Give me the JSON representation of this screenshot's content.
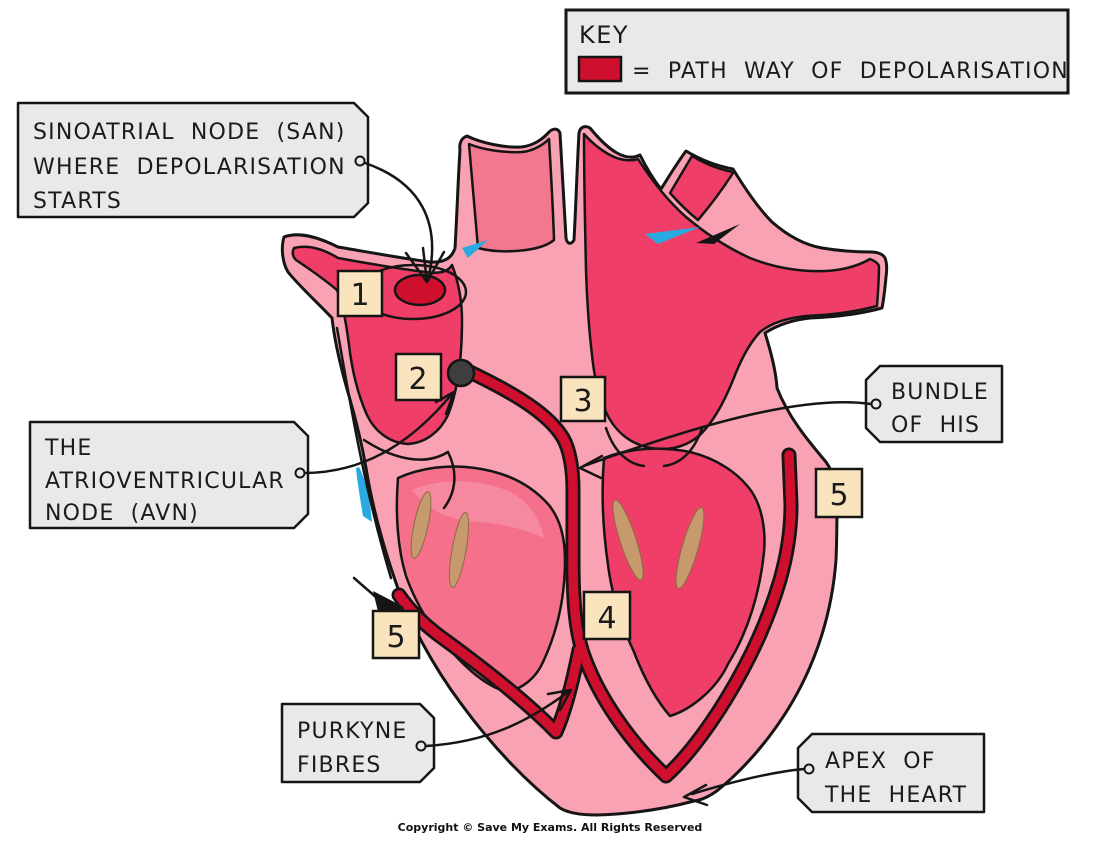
{
  "key": {
    "title": "KEY",
    "swatch_label": "= PATH WAY OF DEPOLARISATION"
  },
  "labels": {
    "san": {
      "lines": [
        "SINOATRIAL NODE (SAN)",
        "WHERE DEPOLARISATION",
        "STARTS"
      ]
    },
    "avn": {
      "lines": [
        "THE",
        "ATRIOVENTRICULAR",
        "NODE (AVN)"
      ]
    },
    "bundle_of_his": {
      "lines": [
        "BUNDLE",
        "OF HIS"
      ]
    },
    "purkyne": {
      "lines": [
        "PURKYNE",
        "FIBRES"
      ]
    },
    "apex": {
      "lines": [
        "APEX OF",
        "THE HEART"
      ]
    }
  },
  "markers": {
    "m1": "1",
    "m2": "2",
    "m3": "3",
    "m4": "4",
    "m5_left": "5",
    "m5_right": "5"
  },
  "colors": {
    "pathway_red": "#CE0F2E",
    "heart_wall_pink": "#F9A2B3",
    "chamber_deep_pink": "#EF3E68",
    "ventricle_pink": "#F4708B",
    "label_box_grey": "#E9E9E9",
    "step_box_cream": "#FAE4BE",
    "vein_blue": "#29ABE2",
    "chordae_tan": "#C69A6D",
    "outline_black": "#151515"
  },
  "footer": {
    "copyright": "Copyright © Save My Exams. All Rights Reserved"
  }
}
